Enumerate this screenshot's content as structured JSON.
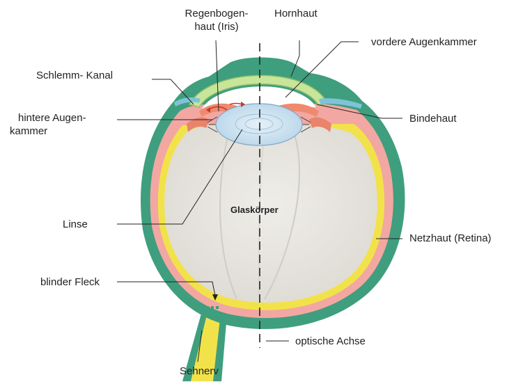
{
  "labels": {
    "regenbogenhaut_line1": "Regenbogen-",
    "regenbogenhaut_line2": "haut (Iris)",
    "hornhaut": "Hornhaut",
    "vordere_augenkammer": "vordere Augenkammer",
    "schlemm_kanal": "Schlemm- Kanal",
    "hintere_augenkammer_line1": "hintere Augen-",
    "hintere_augenkammer_line2": "kammer",
    "bindehaut": "Bindehaut",
    "glaskoerper": "Glaskörper",
    "linse": "Linse",
    "netzhaut": "Netzhaut (Retina)",
    "blinder_fleck": "blinder Fleck",
    "optische_achse": "optische Achse",
    "sehnerv": "Sehnerv"
  },
  "colors": {
    "sclera": "#3f9e7e",
    "choroid": "#f2a7a3",
    "retina": "#f2e24a",
    "vitreous": "#e9e7e2",
    "lens": "#cfe3f0",
    "cornea": "#c9e59a",
    "iris": "#f08a6e",
    "line": "#222222"
  }
}
